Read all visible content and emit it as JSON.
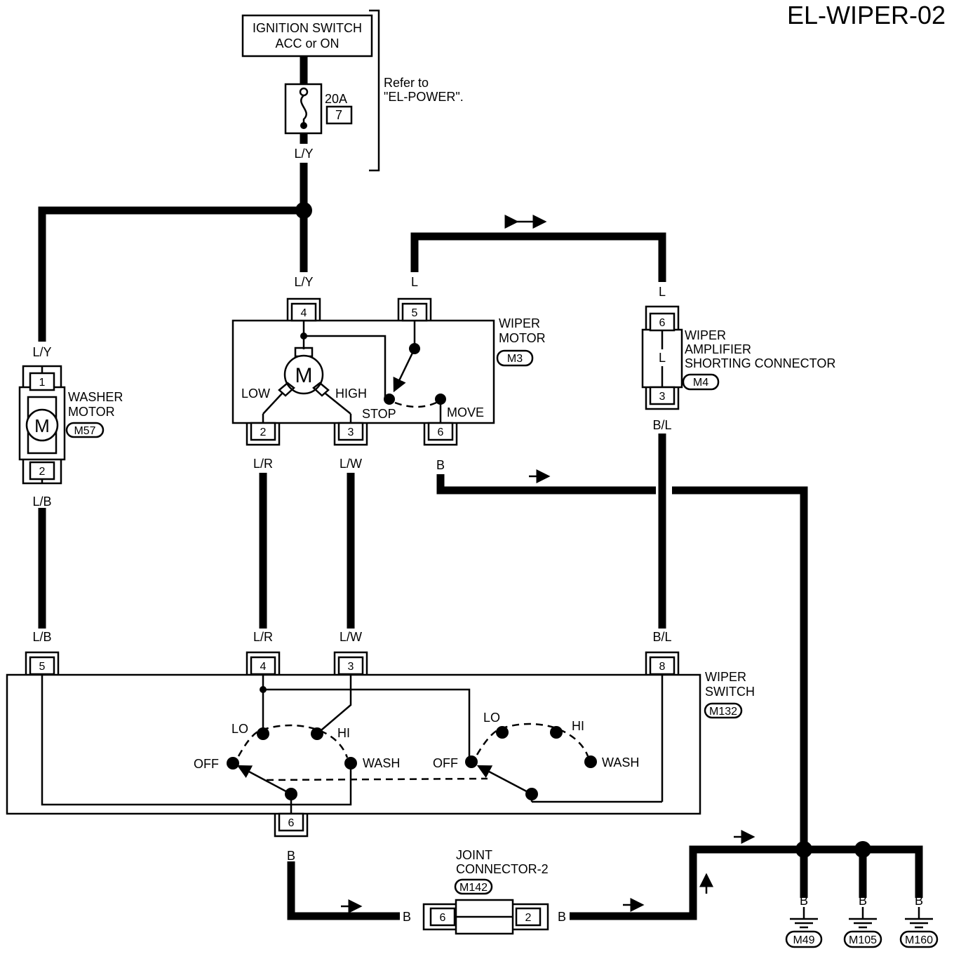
{
  "diagram": {
    "title": "EL-WIPER-02",
    "ignition": {
      "line1": "IGNITION SWITCH",
      "line2": "ACC or ON"
    },
    "fuse": {
      "rating": "20A",
      "number": "7"
    },
    "refer": {
      "line1": "Refer to",
      "line2": "\"EL-POWER\"."
    },
    "wire_colors": {
      "ly": "L/Y",
      "l": "L",
      "lr": "L/R",
      "lw": "L/W",
      "lb": "L/B",
      "b": "B",
      "bl": "B/L"
    },
    "wiper_motor": {
      "name_line1": "WIPER",
      "name_line2": "MOTOR",
      "connector": "M3",
      "motor_symbol": "M",
      "low": "LOW",
      "high": "HIGH",
      "stop": "STOP",
      "move": "MOVE",
      "pins": [
        "4",
        "5",
        "2",
        "3",
        "6"
      ]
    },
    "washer_motor": {
      "name_line1": "WASHER",
      "name_line2": "MOTOR",
      "connector": "M57",
      "motor_symbol": "M",
      "pins": [
        "1",
        "2"
      ]
    },
    "amplifier": {
      "name_line1": "WIPER",
      "name_line2": "AMPLIFIER",
      "name_line3": "SHORTING CONNECTOR",
      "connector": "M4",
      "inner_label": "L",
      "pins": [
        "6",
        "3"
      ]
    },
    "wiper_switch": {
      "name_line1": "WIPER",
      "name_line2": "SWITCH",
      "connector": "M132",
      "positions": {
        "lo": "LO",
        "hi": "HI",
        "off": "OFF",
        "wash": "WASH"
      },
      "pins": [
        "5",
        "4",
        "3",
        "8",
        "6"
      ]
    },
    "joint_connector": {
      "name_line1": "JOINT",
      "name_line2": "CONNECTOR-2",
      "connector": "M142",
      "pins": [
        "6",
        "2"
      ]
    },
    "grounds": [
      "M49",
      "M105",
      "M160"
    ]
  }
}
